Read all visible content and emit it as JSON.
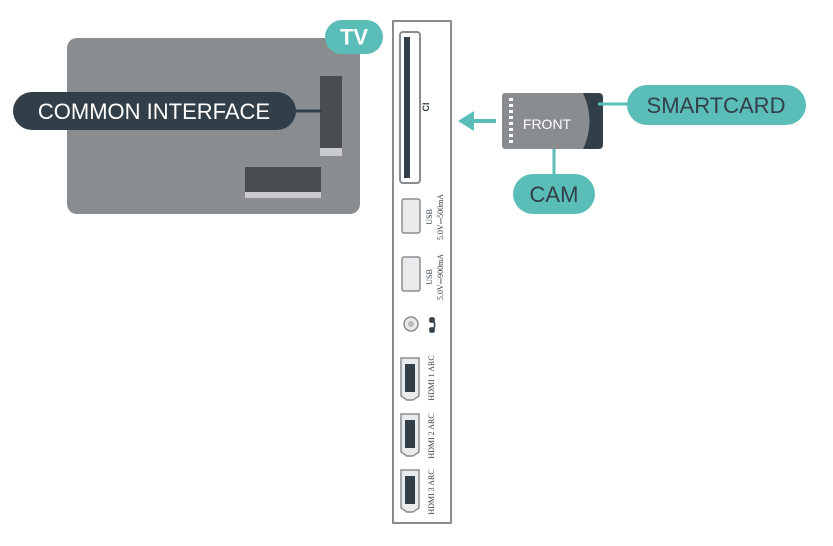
{
  "callouts": {
    "tv": "TV",
    "common_interface": "COMMON INTERFACE",
    "smartcard": "SMARTCARD",
    "cam": "CAM"
  },
  "cam_card": {
    "label": "FRONT"
  },
  "panel": {
    "ci_label": "CI",
    "usb1": {
      "name": "USB",
      "spec": "5.0V⎓500mA"
    },
    "usb2": {
      "name": "USB",
      "spec": "5.0V⎓900mA"
    },
    "hdmi1": "HDMI 1 ARC",
    "hdmi2": "HDMI 2 ARC",
    "hdmi3": "HDMI 3 ARC"
  },
  "colors": {
    "accent": "#5bbdb8",
    "dark": "#333f48",
    "tv_back": "#8a8d90",
    "slot": "#4a4d50"
  }
}
